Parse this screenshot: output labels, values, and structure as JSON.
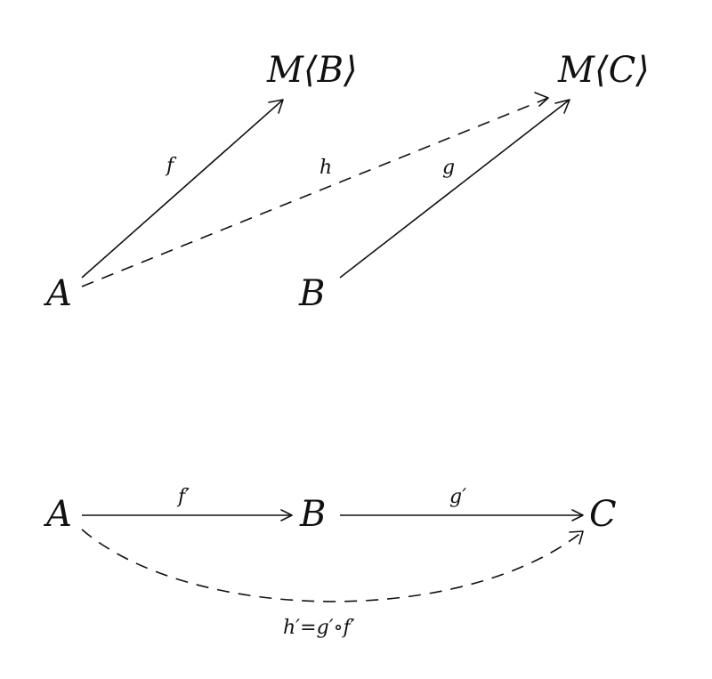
{
  "diagrams": [
    {
      "nodes": {
        "A": "A",
        "B": "B",
        "MB": "M⟨B⟩",
        "MC": "M⟨C⟩"
      },
      "edges": {
        "f": "f",
        "g": "g",
        "h": "h"
      }
    },
    {
      "nodes": {
        "A": "A",
        "B": "B",
        "C": "C"
      },
      "edges": {
        "f_prime": "f′",
        "g_prime": "g′",
        "h_prime": "h′=g′∘f′"
      }
    }
  ]
}
